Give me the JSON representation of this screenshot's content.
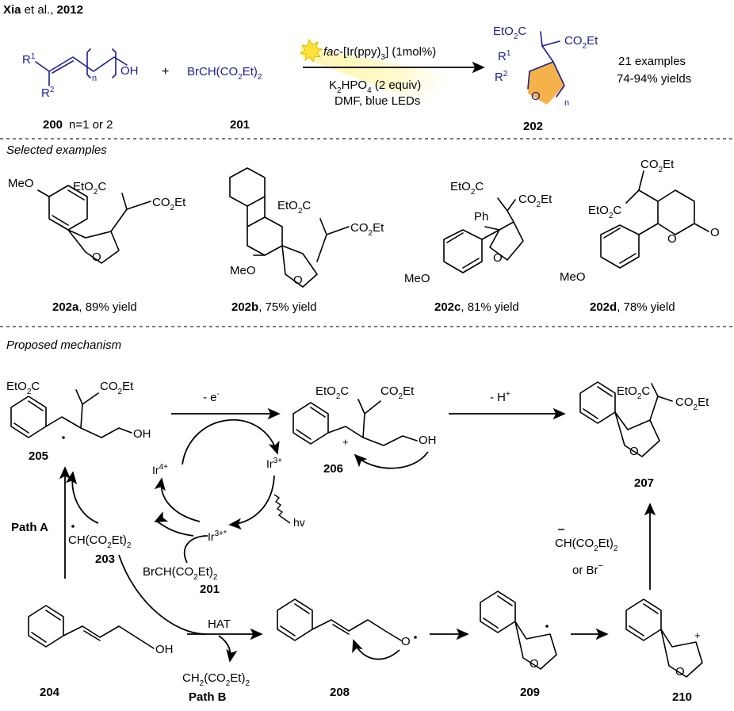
{
  "header": {
    "author": "Xia",
    "etal": " et al., ",
    "year": "2012"
  },
  "reaction": {
    "alcohol_R1": "R",
    "alcohol_R1_sup": "1",
    "alcohol_R2": "R",
    "alcohol_R2_sup": "2",
    "alcohol_n": "n",
    "alcohol_OH": "OH",
    "plus": "+",
    "reagent": "BrCH(CO",
    "reagent_sub": "2",
    "reagent_end": "Et)",
    "reagent_sub2": "2",
    "catalyst_fac": "fac",
    "catalyst_rest": "-[Ir(ppy)",
    "catalyst_sub": "3",
    "catalyst_end": "] (1mol%)",
    "base": "K",
    "base_sub": "2",
    "base_rest": "HPO",
    "base_sub2": "4",
    "base_end": " (2 equiv)",
    "solvent_light": "DMF, blue LEDs",
    "product_top_left": "EtO",
    "product_top_left_sub": "2",
    "product_top_left_end": "C",
    "product_top_right": "CO",
    "product_top_right_sub": "2",
    "product_top_right_end": "Et",
    "product_R1": "R",
    "product_R1_sup": "1",
    "product_R2": "R",
    "product_R2_sup": "2",
    "product_O": "O",
    "product_n": "n",
    "examples": "21 examples",
    "yields": "74-94% yields",
    "label_200": "200",
    "label_200_desc": "n=1 or 2",
    "label_201": "201",
    "label_202": "202"
  },
  "selected": {
    "heading": "Selected examples",
    "items": [
      {
        "id": "202a",
        "yield": ", 89% yield"
      },
      {
        "id": "202b",
        "yield": ", 75% yield"
      },
      {
        "id": "202c",
        "yield": ", 81% yield"
      },
      {
        "id": "202d",
        "yield": ", 78% yield"
      }
    ],
    "meo": "MeO",
    "ph": "Ph",
    "o": "O"
  },
  "mechanism": {
    "heading": "Proposed mechanism",
    "minus_e": "- e",
    "minus_e_sup": "-",
    "minus_h": "- H",
    "minus_h_sup": "+",
    "ir4": "Ir",
    "ir4_sup": "4+",
    "ir3": "Ir",
    "ir3_sup": "3+",
    "ir3star": "Ir",
    "ir3star_sup": "3+*",
    "hv": "hv",
    "path_a": "Path A",
    "path_b": "Path B",
    "hat": "HAT",
    "radical_reagent": "CH(CO",
    "radical_sub": "2",
    "radical_end": "Et)",
    "radical_sub2": "2",
    "br_reagent": "BrCH(CO",
    "br_sub": "2",
    "br_end": "Et)",
    "br_sub2": "2",
    "malonate": "CH",
    "malonate_sub": "2",
    "malonate_mid": "(CO",
    "malonate_sub2": "2",
    "malonate_end": "Et)",
    "malonate_sub3": "2",
    "anion": "CH(CO",
    "anion_sub": "2",
    "anion_end": "Et)",
    "anion_sub2": "2",
    "or_br": "or Br",
    "or_br_sup": "−",
    "oh": "OH",
    "o": "O",
    "eto2c": "EtO",
    "co2et": "CO",
    "sub2": "2",
    "c": "C",
    "et": "Et",
    "labels": {
      "c203": "203",
      "c201": "201",
      "c204": "204",
      "c205": "205",
      "c206": "206",
      "c207": "207",
      "c208": "208",
      "c209": "209",
      "c210": "210"
    }
  }
}
